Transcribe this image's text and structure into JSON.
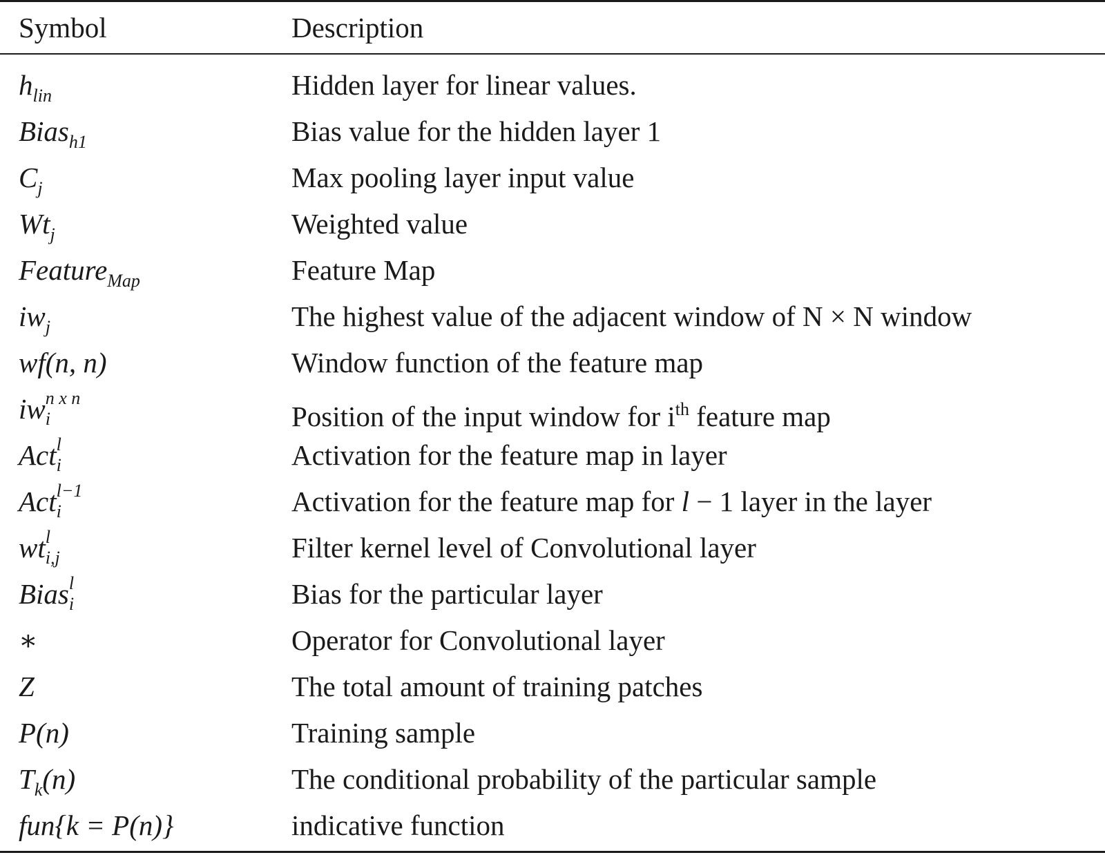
{
  "header": {
    "symbol": "Symbol",
    "description": "Description"
  },
  "rows": [
    {
      "sym_base": "h",
      "sym_sub": "lin",
      "description": "Hidden layer for linear values."
    },
    {
      "sym_base": "Bias",
      "sym_sub": "h1",
      "description": "Bias value for the hidden layer 1"
    },
    {
      "sym_base": "C",
      "sym_sub": "j",
      "description": "Max pooling layer input value"
    },
    {
      "sym_base": "Wt",
      "sym_sub": "j",
      "description": "Weighted value"
    },
    {
      "sym_base": "Feature",
      "sym_sub": "Map",
      "description": "Feature Map"
    },
    {
      "sym_base": "iw",
      "sym_sub": "j",
      "description": "The highest value of the adjacent window of N × N window"
    },
    {
      "sym_base": "wf",
      "sym_args": "(n,  n)",
      "description": "Window function of the feature map"
    },
    {
      "sym_base": "iw",
      "sym_sub": "i",
      "sym_sup": "n x n",
      "description_pre": "Position of the input window for i",
      "description_sup": "th",
      "description_post": " feature map"
    },
    {
      "sym_base": "Act",
      "sym_sub": "i",
      "sym_sup": "l",
      "description": "Activation for the feature map in layer"
    },
    {
      "sym_base": "Act",
      "sym_sub": "i",
      "sym_sup": "l−1",
      "description_pre": "Activation for the feature map for ",
      "description_var": "l",
      "description_post": " − 1 layer in the layer"
    },
    {
      "sym_base": "wt",
      "sym_sub": "i,j",
      "sym_sup": "l",
      "description": "Filter kernel level of Convolutional layer"
    },
    {
      "sym_base": "Bias",
      "sym_sub": "i",
      "sym_sup": "l",
      "description": "Bias for the particular layer"
    },
    {
      "sym_base": "∗",
      "description": "Operator for Convolutional layer"
    },
    {
      "sym_base": "Z",
      "description": "The total amount of training patches"
    },
    {
      "sym_base": "P",
      "sym_args": "(n)",
      "description": "Training sample"
    },
    {
      "sym_base": "T",
      "sym_sub": "k",
      "sym_args": "(n)",
      "description": "The conditional probability of the particular sample"
    },
    {
      "sym_base": "fun",
      "sym_args": "{k = P(n)}",
      "description": "indicative function"
    }
  ]
}
